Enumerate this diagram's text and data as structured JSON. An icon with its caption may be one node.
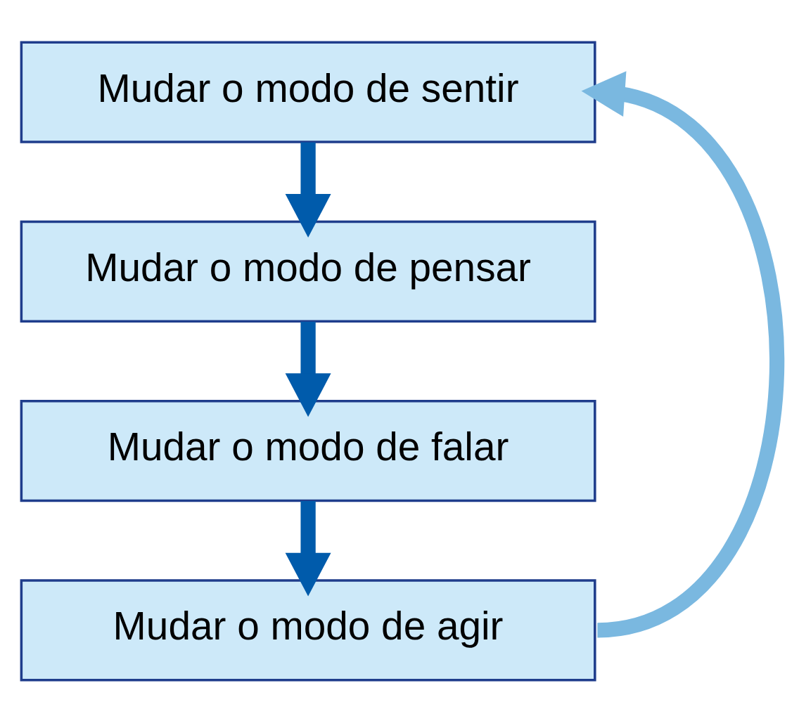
{
  "diagram": {
    "nodes": [
      {
        "text": [
          "Mudar o modo de sentir"
        ]
      },
      {
        "text": [
          "Mudar o modo de pensar"
        ]
      },
      {
        "text": [
          "Mudar o modo de falar"
        ]
      },
      {
        "text": [
          "Mudar o modo de agir"
        ]
      }
    ],
    "edges": [
      {
        "from": 0,
        "to": 1,
        "arrow": "to"
      },
      {
        "from": 1,
        "to": 2,
        "arrow": "to"
      },
      {
        "from": 2,
        "to": 3,
        "arrow": "to"
      },
      {
        "from": 3,
        "to": 0,
        "arrow": "to",
        "color": "#7ab8e0"
      }
    ]
  }
}
